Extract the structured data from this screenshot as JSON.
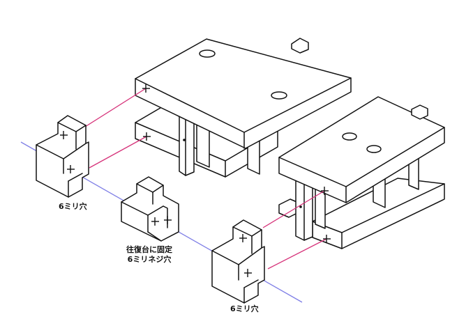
{
  "labels": {
    "left_block": "6ミリ穴",
    "center_block_line1": "往復台に固定",
    "center_block_line2": "6ミリネジ穴",
    "right_block": "6ミリ穴"
  },
  "colors": {
    "outline": "#111111",
    "alignment_line": "#7f7fe6",
    "connector_line": "#d6337a",
    "background": "#ffffff"
  }
}
